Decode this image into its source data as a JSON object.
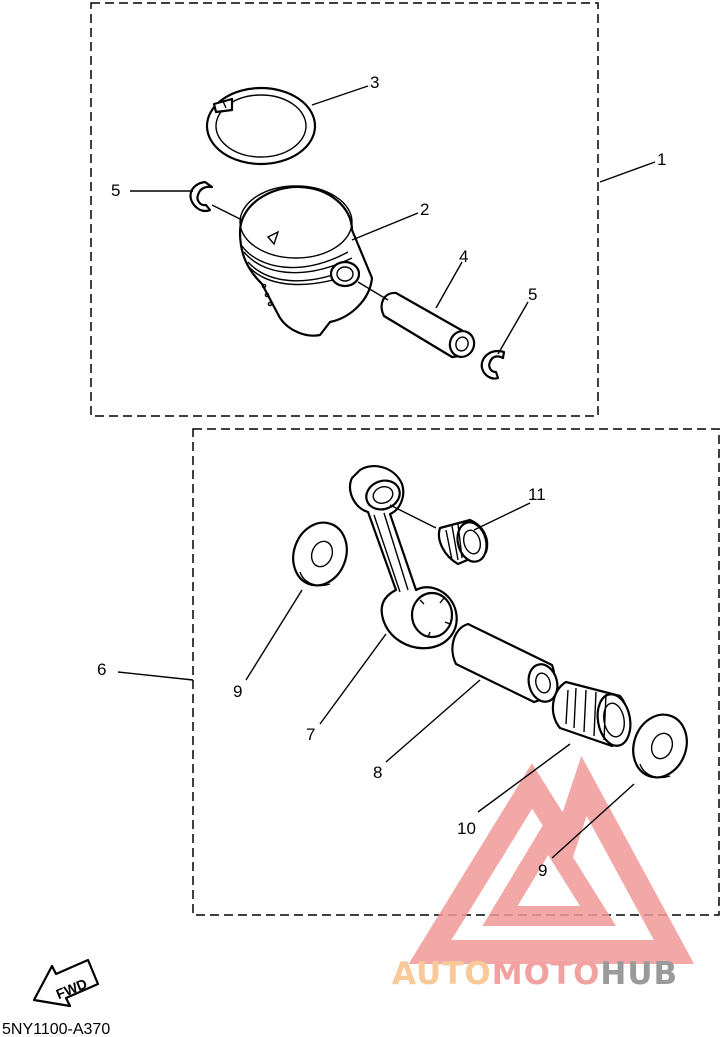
{
  "diagram": {
    "callouts": {
      "c1": "1",
      "c2": "2",
      "c3": "3",
      "c4": "4",
      "c5a": "5",
      "c5b": "5",
      "c6": "6",
      "c7": "7",
      "c8": "8",
      "c9a": "9",
      "c9b": "9",
      "c10": "10",
      "c11": "11"
    },
    "fwd_label": "FWD",
    "part_code": "5NY1100-A370"
  },
  "watermark": {
    "part1": "AUTO",
    "part2": "MOTO",
    "part3": "HUB",
    "colors": {
      "auto": "#f9c99a",
      "moto": "#f3a0a0",
      "hub": "#9a9a9a",
      "logo": "#f29a9a"
    }
  }
}
